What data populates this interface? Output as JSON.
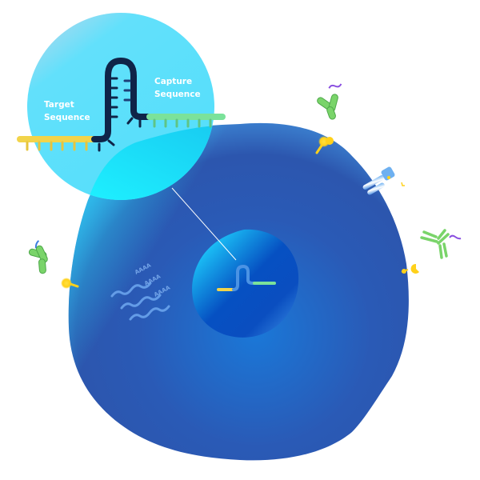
{
  "diagram": {
    "title": "Cell with surface antibodies and mRNA capture probe",
    "callout": {
      "label_target_line1": "Target",
      "label_target_line2": "Sequence",
      "label_capture_line1": "Capture",
      "label_capture_line2": "Sequence"
    },
    "mrna": {
      "polyA_labels": [
        "AAAA",
        "AAAA",
        "AAAA"
      ]
    },
    "colors": {
      "cell_dark": "#2b55b0",
      "cell_light": "#1ed4ff",
      "nucleus": "#0a4fc0",
      "callout_bg": "#5ee0fb",
      "probe_stem": "#0f2448",
      "target_strand": "#f2d44a",
      "capture_strand": "#7be29a",
      "antibody": "#7ad46a",
      "receptor": "#ffd11a",
      "linker": "#8a4fe0"
    }
  }
}
